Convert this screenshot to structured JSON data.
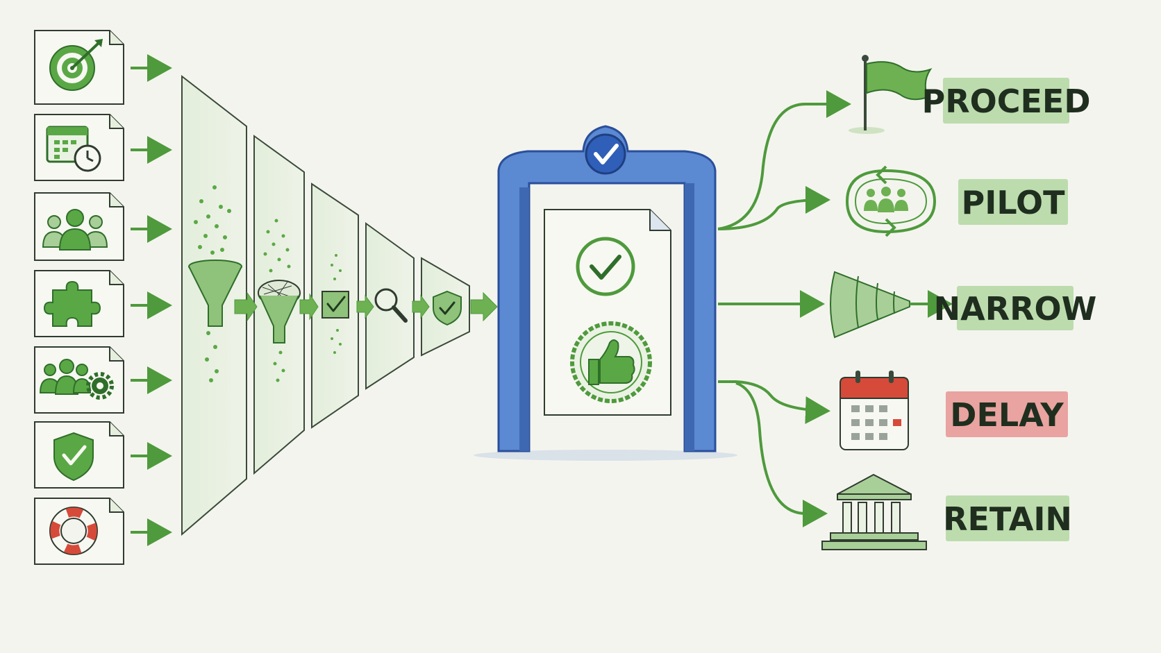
{
  "inputs": [
    {
      "icon": "target-icon"
    },
    {
      "icon": "calendar-clock-icon"
    },
    {
      "icon": "people-group-icon"
    },
    {
      "icon": "puzzle-piece-icon"
    },
    {
      "icon": "team-settings-icon"
    },
    {
      "icon": "shield-check-icon"
    },
    {
      "icon": "lifebuoy-icon"
    }
  ],
  "filter_stages": [
    {
      "icon": "funnel-icon"
    },
    {
      "icon": "sieve-icon"
    },
    {
      "icon": "checkbox-icon"
    },
    {
      "icon": "magnifier-icon"
    },
    {
      "icon": "shield-check-icon"
    }
  ],
  "gate": {
    "icon": "approval-gate-icon"
  },
  "outcomes": [
    {
      "label": "PROCEED",
      "icon": "flag-icon",
      "status": "positive"
    },
    {
      "label": "PILOT",
      "icon": "cycle-team-icon",
      "status": "positive"
    },
    {
      "label": "NARROW",
      "icon": "cone-icon",
      "status": "positive"
    },
    {
      "label": "DELAY",
      "icon": "calendar-icon",
      "status": "negative"
    },
    {
      "label": "RETAIN",
      "icon": "bank-building-icon",
      "status": "positive"
    }
  ],
  "colors": {
    "green": "#4e9a3c",
    "green_dark": "#2f6e2a",
    "green_light": "#bcdcae",
    "blue": "#4a7cc9",
    "blue_dark": "#2a4f9a",
    "red_label": "#e9a3a0",
    "red": "#d64a3a",
    "background": "#f4f4ee"
  }
}
